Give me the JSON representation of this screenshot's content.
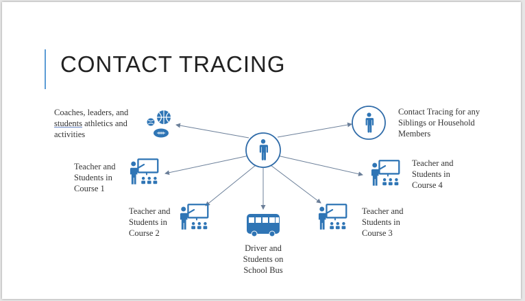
{
  "slide": {
    "title": "CONTACT TRACING",
    "accent_color": "#5b9bd5",
    "icon_color": "#2f75b5"
  },
  "center": {
    "icon": "person-icon"
  },
  "nodes": {
    "athletics": {
      "icon": "sports-balls-icon",
      "lines": [
        "Coaches, leaders, and",
        "students",
        " athletics and",
        "activities"
      ]
    },
    "household": {
      "icon": "person-icon",
      "lines": [
        "Contact Tracing for any",
        "Siblings or Household",
        "Members"
      ]
    },
    "course1": {
      "icon": "classroom-icon",
      "lines": [
        "Teacher and",
        "Students in",
        "Course 1"
      ]
    },
    "course2": {
      "icon": "classroom-icon",
      "lines": [
        "Teacher and",
        "Students in",
        "Course 2"
      ]
    },
    "course3": {
      "icon": "classroom-icon",
      "lines": [
        "Teacher and",
        "Students in",
        "Course 3"
      ]
    },
    "course4": {
      "icon": "classroom-icon",
      "lines": [
        "Teacher and",
        "Students in",
        "Course 4"
      ]
    },
    "bus": {
      "icon": "bus-icon",
      "lines": [
        "Driver and",
        "Students on",
        "School Bus"
      ]
    }
  }
}
